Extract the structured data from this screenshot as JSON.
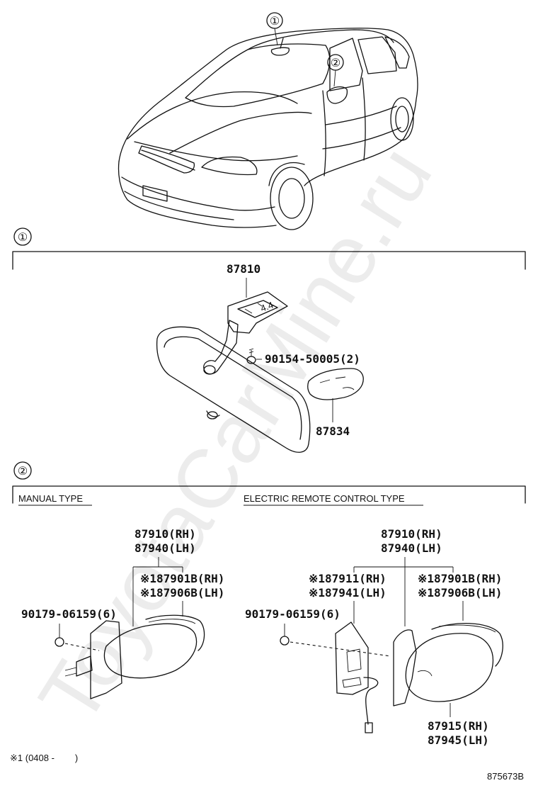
{
  "diagram": {
    "callouts": {
      "one": "①",
      "two": "②"
    },
    "section1": {
      "marker": "①",
      "parts": {
        "mirror": "87810",
        "screw": "90154-50005(2)",
        "cover": "87834"
      }
    },
    "section2": {
      "marker": "②",
      "manual": {
        "title": "MANUAL TYPE",
        "assy_rh": "87910(RH)",
        "assy_lh": "87940(LH)",
        "glass_rh": "※187901B(RH)",
        "glass_lh": "※187906B(LH)",
        "screw": "90179-06159(6)"
      },
      "electric": {
        "title": "ELECTRIC REMOTE CONTROL TYPE",
        "assy_rh": "87910(RH)",
        "assy_lh": "87940(LH)",
        "cover_rh": "※187911(RH)",
        "cover_lh": "※187941(LH)",
        "glass_rh": "※187901B(RH)",
        "glass_lh": "※187906B(LH)",
        "screw": "90179-06159(6)",
        "motor_rh": "87915(RH)",
        "motor_lh": "87945(LH)"
      }
    },
    "footnote": "※1 (0408 -        )",
    "figure_id": "875673B",
    "watermark": "ToyotaCarMine.ru"
  }
}
